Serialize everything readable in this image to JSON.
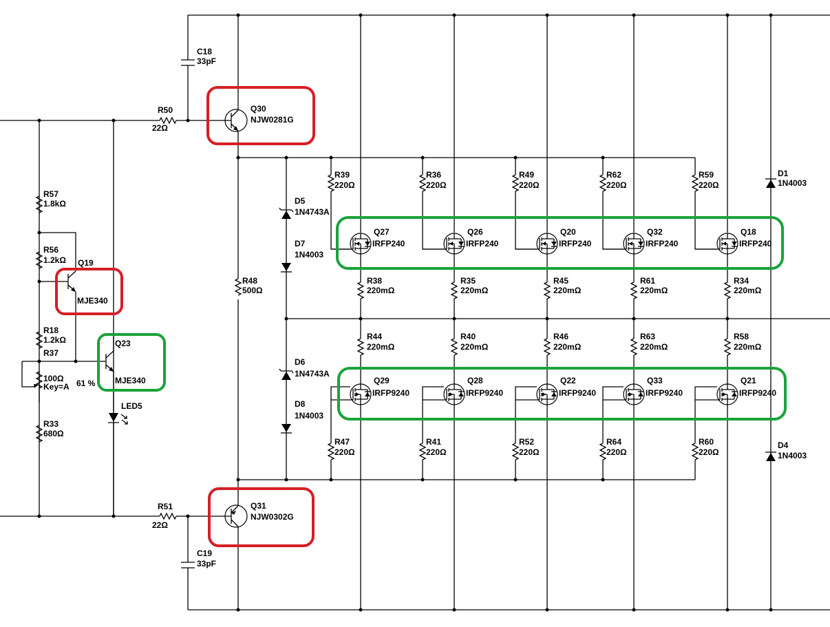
{
  "colors": {
    "background": "#ffffff",
    "wire": "#000000",
    "highlight_red": "#d61f26",
    "highlight_green": "#1aa33a"
  },
  "components": {
    "C18": {
      "ref": "C18",
      "value": "33pF"
    },
    "C19": {
      "ref": "C19",
      "value": "33pF"
    },
    "R50": {
      "ref": "R50",
      "value": "22Ω"
    },
    "R51": {
      "ref": "R51",
      "value": "22Ω"
    },
    "Q30": {
      "ref": "Q30",
      "part": "NJW0281G"
    },
    "Q31": {
      "ref": "Q31",
      "part": "NJW0302G"
    },
    "R57": {
      "ref": "R57",
      "value": "1.8kΩ"
    },
    "R56": {
      "ref": "R56",
      "value": "1.2kΩ"
    },
    "Q19": {
      "ref": "Q19",
      "part": "MJE340"
    },
    "R18": {
      "ref": "R18",
      "value": "1.2kΩ"
    },
    "R37": {
      "ref": "R37",
      "value": "100Ω",
      "key": "Key=A",
      "percent": "61 %"
    },
    "Q23": {
      "ref": "Q23",
      "part": "MJE340"
    },
    "LED5": {
      "ref": "LED5"
    },
    "R33": {
      "ref": "R33",
      "value": "680Ω"
    },
    "R48": {
      "ref": "R48",
      "value": "500Ω"
    },
    "D5": {
      "ref": "D5",
      "part": "1N4743A"
    },
    "D7": {
      "ref": "D7",
      "part": "1N4003"
    },
    "D6": {
      "ref": "D6",
      "part": "1N4743A"
    },
    "D8": {
      "ref": "D8",
      "part": "1N4003"
    },
    "D1": {
      "ref": "D1",
      "part": "1N4003"
    },
    "D4": {
      "ref": "D4",
      "part": "1N4003"
    },
    "top_gate_res": [
      {
        "ref": "R39",
        "value": "220Ω"
      },
      {
        "ref": "R36",
        "value": "220Ω"
      },
      {
        "ref": "R49",
        "value": "220Ω"
      },
      {
        "ref": "R62",
        "value": "220Ω"
      },
      {
        "ref": "R59",
        "value": "220Ω"
      }
    ],
    "top_fets": [
      {
        "ref": "Q27",
        "part": "IRFP240"
      },
      {
        "ref": "Q26",
        "part": "IRFP240"
      },
      {
        "ref": "Q20",
        "part": "IRFP240"
      },
      {
        "ref": "Q32",
        "part": "IRFP240"
      },
      {
        "ref": "Q18",
        "part": "IRFP240"
      }
    ],
    "top_source_res": [
      {
        "ref": "R38",
        "value": "220mΩ"
      },
      {
        "ref": "R35",
        "value": "220mΩ"
      },
      {
        "ref": "R45",
        "value": "220mΩ"
      },
      {
        "ref": "R61",
        "value": "220mΩ"
      },
      {
        "ref": "R34",
        "value": "220mΩ"
      }
    ],
    "bottom_source_res": [
      {
        "ref": "R44",
        "value": "220mΩ"
      },
      {
        "ref": "R40",
        "value": "220mΩ"
      },
      {
        "ref": "R46",
        "value": "220mΩ"
      },
      {
        "ref": "R63",
        "value": "220mΩ"
      },
      {
        "ref": "R58",
        "value": "220mΩ"
      }
    ],
    "bottom_fets": [
      {
        "ref": "Q29",
        "part": "IRFP9240"
      },
      {
        "ref": "Q28",
        "part": "IRFP9240"
      },
      {
        "ref": "Q22",
        "part": "IRFP9240"
      },
      {
        "ref": "Q33",
        "part": "IRFP9240"
      },
      {
        "ref": "Q21",
        "part": "IRFP9240"
      }
    ],
    "bottom_gate_res": [
      {
        "ref": "R47",
        "value": "220Ω"
      },
      {
        "ref": "R41",
        "value": "220Ω"
      },
      {
        "ref": "R52",
        "value": "220Ω"
      },
      {
        "ref": "R64",
        "value": "220Ω"
      },
      {
        "ref": "R60",
        "value": "220Ω"
      }
    ]
  }
}
